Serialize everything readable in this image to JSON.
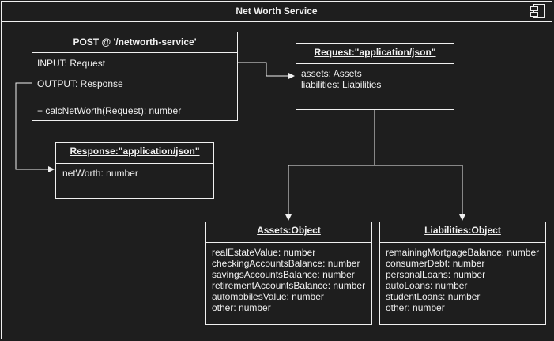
{
  "diagram": {
    "title": "Net Worth Service",
    "post_box": {
      "title": "POST @ '/networth-service'",
      "input": "INPUT: Request",
      "output": "OUTPUT: Response",
      "method": "+ calcNetWorth(Request): number"
    },
    "request_box": {
      "title": "Request:\"application/json\"",
      "fields": [
        "assets: Assets",
        "liabilities: Liabilities"
      ]
    },
    "response_box": {
      "title": "Response:\"application/json\"",
      "fields": [
        "netWorth: number"
      ]
    },
    "assets_box": {
      "title": "Assets:Object",
      "fields": [
        "realEstateValue: number",
        "checkingAccountsBalance: number",
        "savingsAccountsBalance: number",
        "retirementAccountsBalance: number",
        "automobilesValue: number",
        "other: number"
      ]
    },
    "liabilities_box": {
      "title": "Liabilities:Object",
      "fields": [
        "remainingMortgageBalance: number",
        "consumerDebt: number",
        "personalLoans: number",
        "autoLoans: number",
        "studentLoans: number",
        "other: number"
      ]
    },
    "icons": {
      "component": "component-icon"
    },
    "colors": {
      "background": "#1e1e1e",
      "stroke": "#f0f0f0"
    }
  }
}
